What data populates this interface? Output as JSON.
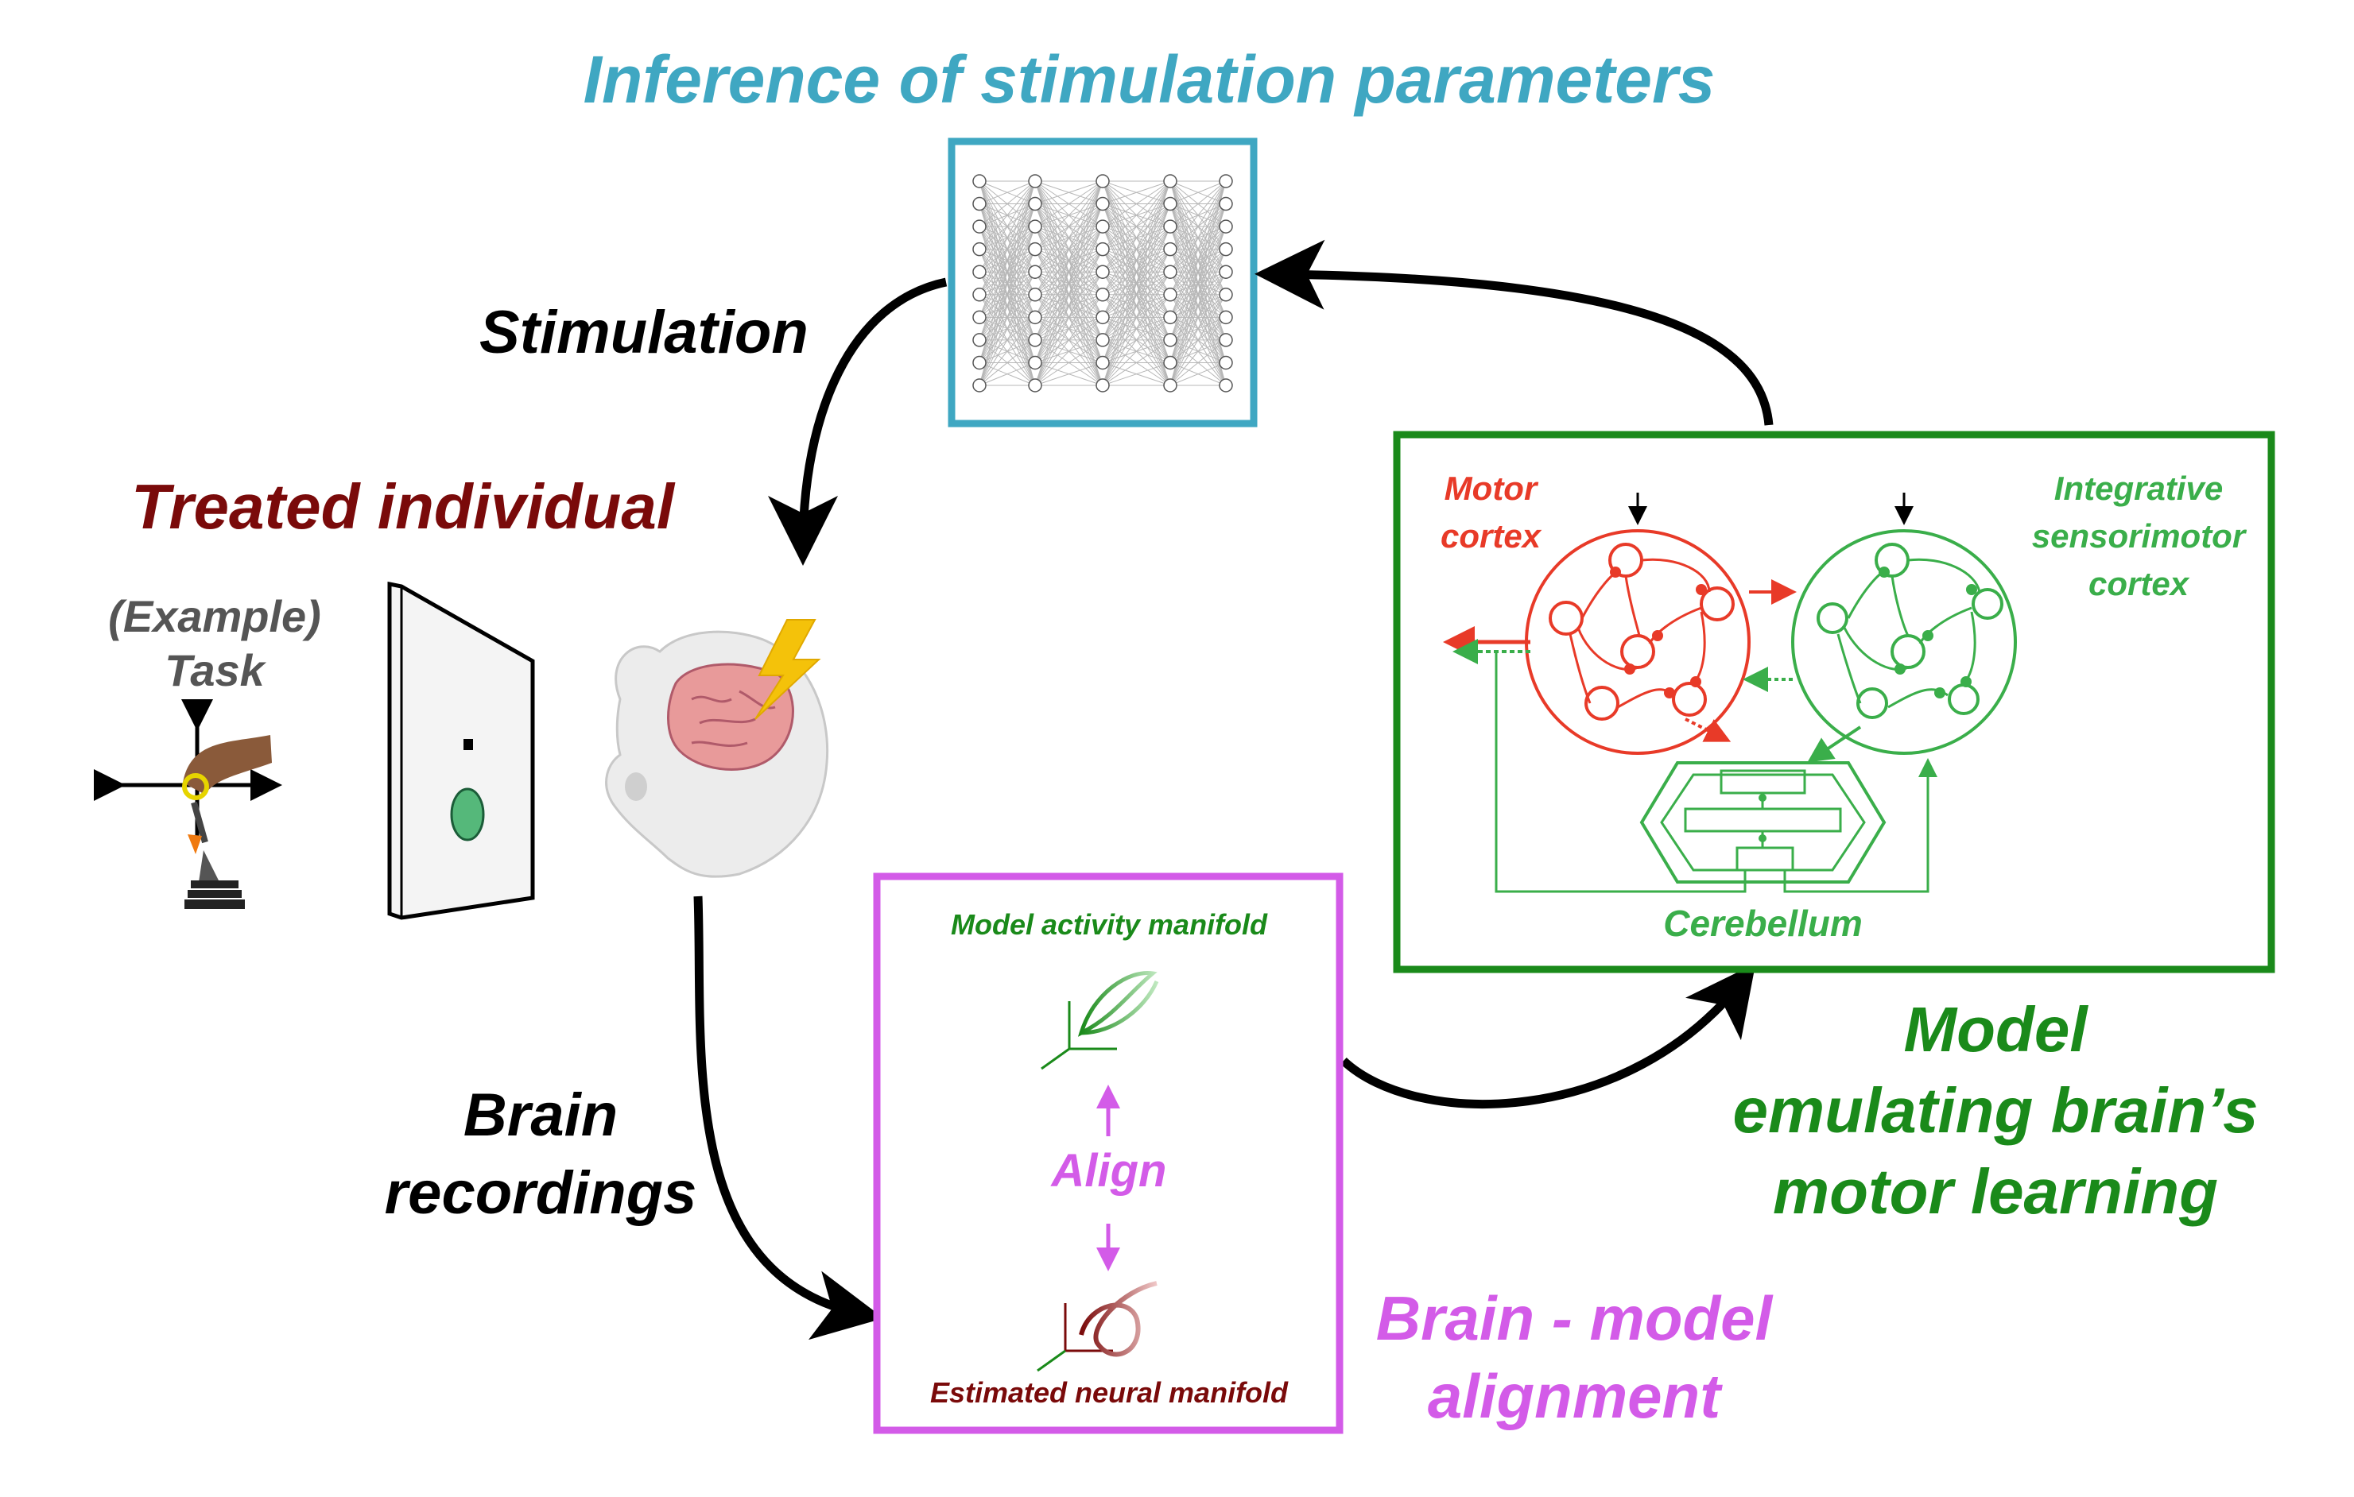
{
  "labels": {
    "inference_title": "Inference of stimulation parameters",
    "stimulation": "Stimulation",
    "treated_individual": "Treated individual",
    "example_task_line1": "(Example)",
    "example_task_line2": "Task",
    "brain_recordings_line1": "Brain",
    "brain_recordings_line2": "recordings",
    "model_activity_manifold": "Model activity manifold",
    "align": "Align",
    "estimated_neural_manifold": "Estimated neural manifold",
    "brain_model_line1": "Brain - model",
    "brain_model_line2": "alignment",
    "motor_cortex_line1": "Motor",
    "motor_cortex_line2": "cortex",
    "integrative_line1": "Integrative",
    "integrative_line2": "sensorimotor",
    "integrative_line3": "cortex",
    "cerebellum": "Cerebellum",
    "model_line1": "Model",
    "model_line2": "emulating brain’s",
    "model_line3": "motor learning"
  },
  "colors": {
    "inference": "#3fa7c2",
    "treated": "#7a0a0a",
    "task_gray": "#555555",
    "align_purple": "#d35be8",
    "model_green": "#1a8a1a",
    "motor_red": "#e83a28",
    "sensorimotor_green": "#3aae4a",
    "arrow_black": "#000000"
  },
  "icons": {
    "network": "neural-network-icon",
    "monkey": "monkey-head-icon",
    "lightning": "lightning-bolt-icon",
    "joystick": "joystick-icon",
    "screen": "task-screen-icon"
  }
}
